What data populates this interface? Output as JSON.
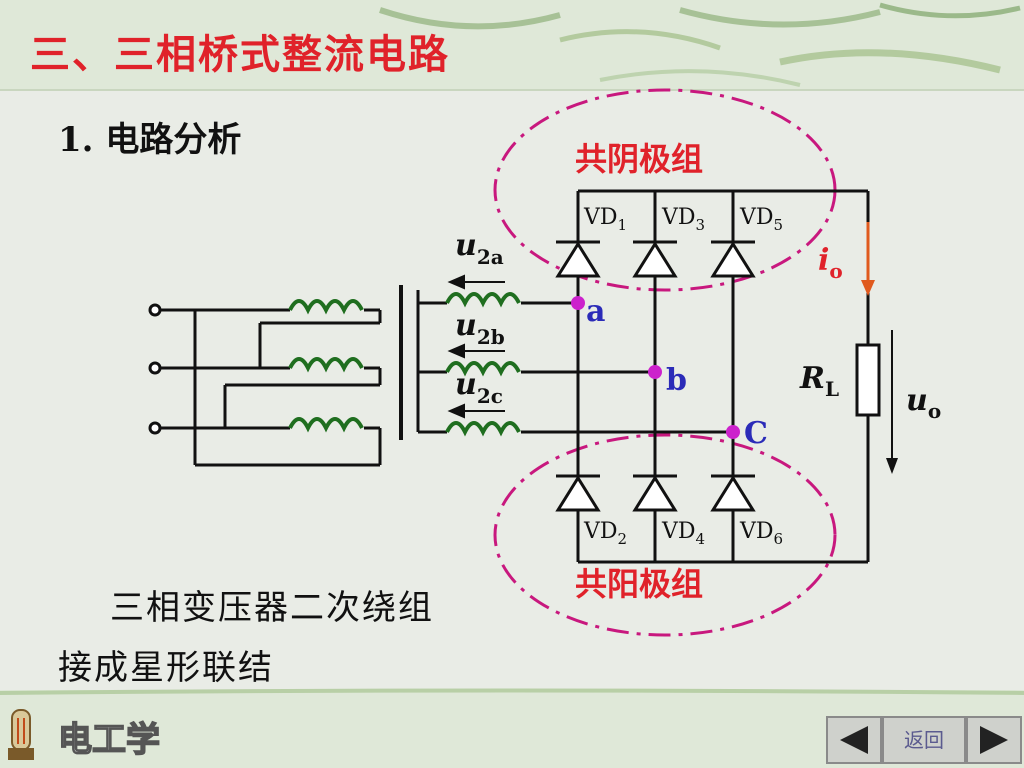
{
  "slide": {
    "title": "三、三相桥式整流电路",
    "section": "1.  电路分析",
    "note_line1": "三相变压器二次绕组",
    "note_line2": "接成星形联结",
    "logo_text": "电工学",
    "nav": {
      "back_label": "返回"
    }
  },
  "diagram": {
    "group_top": "共阴极组",
    "group_bottom": "共阳极组",
    "diodes_top": [
      {
        "base": "VD",
        "sub": "1"
      },
      {
        "base": "VD",
        "sub": "3"
      },
      {
        "base": "VD",
        "sub": "5"
      }
    ],
    "diodes_bottom": [
      {
        "base": "VD",
        "sub": "2"
      },
      {
        "base": "VD",
        "sub": "4"
      },
      {
        "base": "VD",
        "sub": "6"
      }
    ],
    "voltages": [
      {
        "base": "u",
        "sub": "2a"
      },
      {
        "base": "u",
        "sub": "2b"
      },
      {
        "base": "u",
        "sub": "2c"
      }
    ],
    "nodes": [
      "a",
      "b",
      "C"
    ],
    "current": {
      "base": "i",
      "sub": "o"
    },
    "load": {
      "base": "R",
      "sub": "L"
    },
    "output": {
      "base": "u",
      "sub": "o"
    },
    "colors": {
      "title": "#e0222a",
      "group_ellipse": "#c8187e",
      "node_dot": "#cc22cc",
      "node_label": "#2b2bb8",
      "coil": "#1f6e1f",
      "current": "#e05a1e"
    }
  }
}
